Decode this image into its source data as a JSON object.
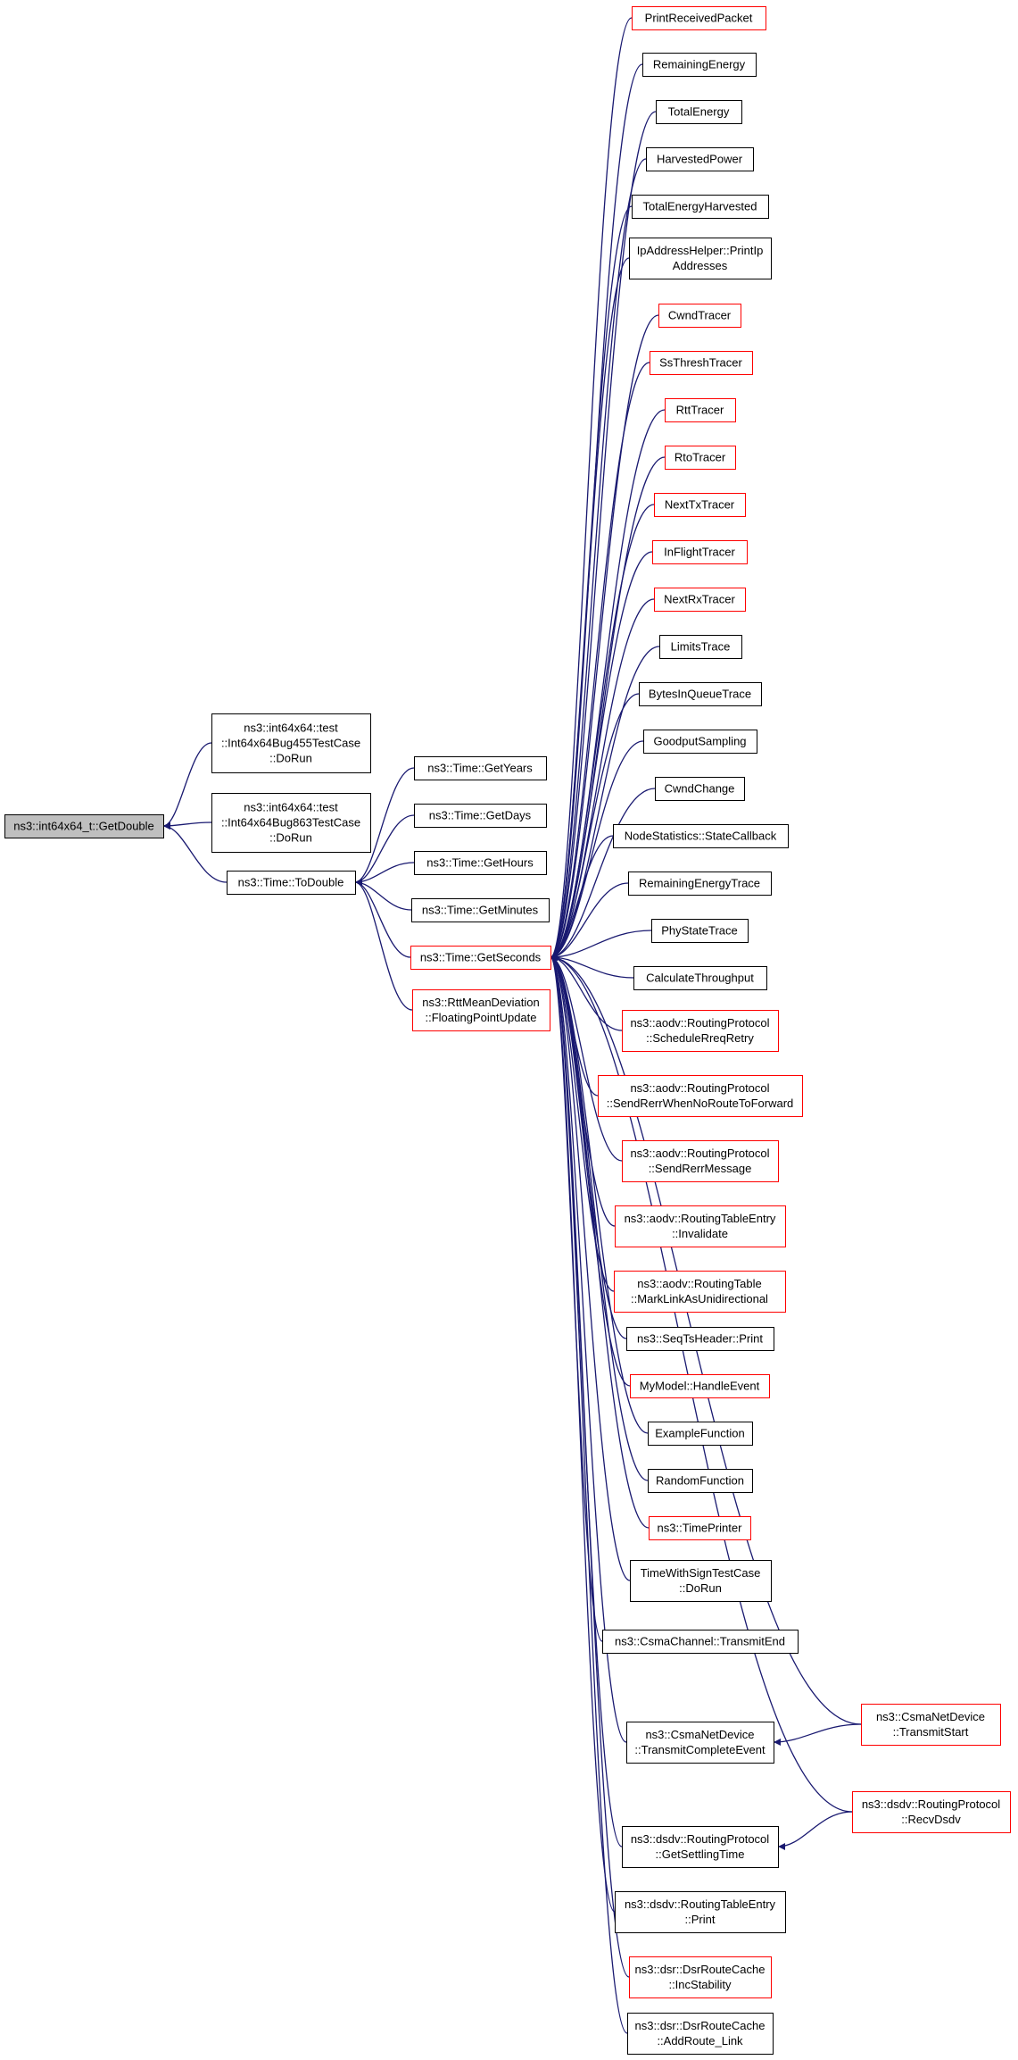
{
  "colors": {
    "edge": "#191970",
    "border_default": "#000000",
    "border_truncated": "#ff0000",
    "root_fill": "#bfbfbf",
    "node_fill": "#ffffff"
  },
  "graph": {
    "direction": "right-to-left caller graph",
    "root": {
      "id": "getdouble",
      "lines": [
        "ns3::int64x64_t::GetDouble"
      ]
    },
    "nodes": [
      {
        "id": "bug455",
        "lines": [
          "ns3::int64x64::test",
          "::Int64x64Bug455TestCase",
          "::DoRun"
        ],
        "truncated": false
      },
      {
        "id": "bug863",
        "lines": [
          "ns3::int64x64::test",
          "::Int64x64Bug863TestCase",
          "::DoRun"
        ],
        "truncated": false
      },
      {
        "id": "todouble",
        "lines": [
          "ns3::Time::ToDouble"
        ],
        "truncated": false
      },
      {
        "id": "getyears",
        "lines": [
          "ns3::Time::GetYears"
        ],
        "truncated": false
      },
      {
        "id": "getdays",
        "lines": [
          "ns3::Time::GetDays"
        ],
        "truncated": false
      },
      {
        "id": "gethours",
        "lines": [
          "ns3::Time::GetHours"
        ],
        "truncated": false
      },
      {
        "id": "getminutes",
        "lines": [
          "ns3::Time::GetMinutes"
        ],
        "truncated": false
      },
      {
        "id": "getseconds",
        "lines": [
          "ns3::Time::GetSeconds"
        ],
        "truncated": true
      },
      {
        "id": "rttmean",
        "lines": [
          "ns3::RttMeanDeviation",
          "::FloatingPointUpdate"
        ],
        "truncated": true
      },
      {
        "id": "c01",
        "lines": [
          "PrintReceivedPacket"
        ],
        "truncated": true
      },
      {
        "id": "c02",
        "lines": [
          "RemainingEnergy"
        ],
        "truncated": false
      },
      {
        "id": "c03",
        "lines": [
          "TotalEnergy"
        ],
        "truncated": false
      },
      {
        "id": "c04",
        "lines": [
          "HarvestedPower"
        ],
        "truncated": false
      },
      {
        "id": "c05",
        "lines": [
          "TotalEnergyHarvested"
        ],
        "truncated": false
      },
      {
        "id": "c06",
        "lines": [
          "IpAddressHelper::PrintIp",
          "Addresses"
        ],
        "truncated": false
      },
      {
        "id": "c07",
        "lines": [
          "CwndTracer"
        ],
        "truncated": true
      },
      {
        "id": "c08",
        "lines": [
          "SsThreshTracer"
        ],
        "truncated": true
      },
      {
        "id": "c09",
        "lines": [
          "RttTracer"
        ],
        "truncated": true
      },
      {
        "id": "c10",
        "lines": [
          "RtoTracer"
        ],
        "truncated": true
      },
      {
        "id": "c11",
        "lines": [
          "NextTxTracer"
        ],
        "truncated": true
      },
      {
        "id": "c12",
        "lines": [
          "InFlightTracer"
        ],
        "truncated": true
      },
      {
        "id": "c13",
        "lines": [
          "NextRxTracer"
        ],
        "truncated": true
      },
      {
        "id": "c14",
        "lines": [
          "LimitsTrace"
        ],
        "truncated": false
      },
      {
        "id": "c15",
        "lines": [
          "BytesInQueueTrace"
        ],
        "truncated": false
      },
      {
        "id": "c16",
        "lines": [
          "GoodputSampling"
        ],
        "truncated": false
      },
      {
        "id": "c17",
        "lines": [
          "CwndChange"
        ],
        "truncated": false
      },
      {
        "id": "c18",
        "lines": [
          "NodeStatistics::StateCallback"
        ],
        "truncated": false
      },
      {
        "id": "c19",
        "lines": [
          "RemainingEnergyTrace"
        ],
        "truncated": false
      },
      {
        "id": "c20",
        "lines": [
          "PhyStateTrace"
        ],
        "truncated": false
      },
      {
        "id": "c21",
        "lines": [
          "CalculateThroughput"
        ],
        "truncated": false
      },
      {
        "id": "c22",
        "lines": [
          "ns3::aodv::RoutingProtocol",
          "::ScheduleRreqRetry"
        ],
        "truncated": true
      },
      {
        "id": "c23",
        "lines": [
          "ns3::aodv::RoutingProtocol",
          "::SendRerrWhenNoRouteToForward"
        ],
        "truncated": true
      },
      {
        "id": "c24",
        "lines": [
          "ns3::aodv::RoutingProtocol",
          "::SendRerrMessage"
        ],
        "truncated": true
      },
      {
        "id": "c25",
        "lines": [
          "ns3::aodv::RoutingTableEntry",
          "::Invalidate"
        ],
        "truncated": true
      },
      {
        "id": "c26",
        "lines": [
          "ns3::aodv::RoutingTable",
          "::MarkLinkAsUnidirectional"
        ],
        "truncated": true
      },
      {
        "id": "c27",
        "lines": [
          "ns3::SeqTsHeader::Print"
        ],
        "truncated": false
      },
      {
        "id": "c28",
        "lines": [
          "MyModel::HandleEvent"
        ],
        "truncated": true
      },
      {
        "id": "c29",
        "lines": [
          "ExampleFunction"
        ],
        "truncated": false
      },
      {
        "id": "c30",
        "lines": [
          "RandomFunction"
        ],
        "truncated": false
      },
      {
        "id": "c31",
        "lines": [
          "ns3::TimePrinter"
        ],
        "truncated": true
      },
      {
        "id": "c32",
        "lines": [
          "TimeWithSignTestCase",
          "::DoRun"
        ],
        "truncated": false
      },
      {
        "id": "c33",
        "lines": [
          "ns3::CsmaChannel::TransmitEnd"
        ],
        "truncated": false
      },
      {
        "id": "c34",
        "lines": [
          "ns3::CsmaNetDevice",
          "::TransmitCompleteEvent"
        ],
        "truncated": false
      },
      {
        "id": "c35",
        "lines": [
          "ns3::dsdv::RoutingProtocol",
          "::GetSettlingTime"
        ],
        "truncated": false
      },
      {
        "id": "c36",
        "lines": [
          "ns3::dsdv::RoutingTableEntry",
          "::Print"
        ],
        "truncated": false
      },
      {
        "id": "c37",
        "lines": [
          "ns3::dsr::DsrRouteCache",
          "::IncStability"
        ],
        "truncated": true
      },
      {
        "id": "c38",
        "lines": [
          "ns3::dsr::DsrRouteCache",
          "::AddRoute_Link"
        ],
        "truncated": false
      },
      {
        "id": "d1",
        "lines": [
          "ns3::CsmaNetDevice",
          "::TransmitStart"
        ],
        "truncated": true
      },
      {
        "id": "d2",
        "lines": [
          "ns3::dsdv::RoutingProtocol",
          "::RecvDsdv"
        ],
        "truncated": true
      }
    ],
    "edges": [
      [
        "bug455",
        "getdouble"
      ],
      [
        "bug863",
        "getdouble"
      ],
      [
        "todouble",
        "getdouble"
      ],
      [
        "getyears",
        "todouble"
      ],
      [
        "getdays",
        "todouble"
      ],
      [
        "gethours",
        "todouble"
      ],
      [
        "getminutes",
        "todouble"
      ],
      [
        "getseconds",
        "todouble"
      ],
      [
        "rttmean",
        "todouble"
      ],
      [
        "c01",
        "getseconds"
      ],
      [
        "c02",
        "getseconds"
      ],
      [
        "c03",
        "getseconds"
      ],
      [
        "c04",
        "getseconds"
      ],
      [
        "c05",
        "getseconds"
      ],
      [
        "c06",
        "getseconds"
      ],
      [
        "c07",
        "getseconds"
      ],
      [
        "c08",
        "getseconds"
      ],
      [
        "c09",
        "getseconds"
      ],
      [
        "c10",
        "getseconds"
      ],
      [
        "c11",
        "getseconds"
      ],
      [
        "c12",
        "getseconds"
      ],
      [
        "c13",
        "getseconds"
      ],
      [
        "c14",
        "getseconds"
      ],
      [
        "c15",
        "getseconds"
      ],
      [
        "c16",
        "getseconds"
      ],
      [
        "c17",
        "getseconds"
      ],
      [
        "c18",
        "getseconds"
      ],
      [
        "c19",
        "getseconds"
      ],
      [
        "c20",
        "getseconds"
      ],
      [
        "c21",
        "getseconds"
      ],
      [
        "c22",
        "getseconds"
      ],
      [
        "c23",
        "getseconds"
      ],
      [
        "c24",
        "getseconds"
      ],
      [
        "c25",
        "getseconds"
      ],
      [
        "c26",
        "getseconds"
      ],
      [
        "c27",
        "getseconds"
      ],
      [
        "c28",
        "getseconds"
      ],
      [
        "c29",
        "getseconds"
      ],
      [
        "c30",
        "getseconds"
      ],
      [
        "c31",
        "getseconds"
      ],
      [
        "c32",
        "getseconds"
      ],
      [
        "c33",
        "getseconds"
      ],
      [
        "c34",
        "getseconds"
      ],
      [
        "c35",
        "getseconds"
      ],
      [
        "c36",
        "getseconds"
      ],
      [
        "c37",
        "getseconds"
      ],
      [
        "c38",
        "getseconds"
      ],
      [
        "d1",
        "getseconds"
      ],
      [
        "d2",
        "getseconds"
      ],
      [
        "d1",
        "c34"
      ],
      [
        "d2",
        "c35"
      ]
    ]
  }
}
